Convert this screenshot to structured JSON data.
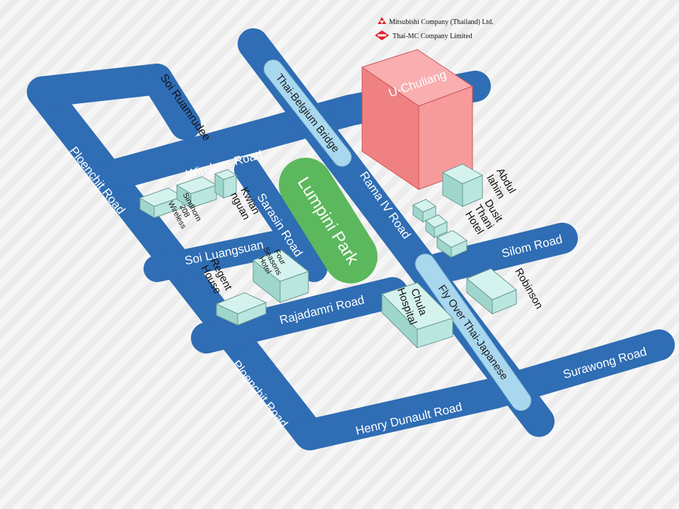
{
  "legend": [
    {
      "icon": "mitsubishi-logo-icon",
      "text": "Mitsubishi Company (Thailand) Ltd."
    },
    {
      "icon": "thai-mc-logo-icon",
      "text": "Thai-MC Company Limited"
    }
  ],
  "roads": {
    "ploenchit_upper": "Ploenchit Road",
    "ploenchit_lower": "Ploenchit Road",
    "soi_ruamrudee": "Soi Ruamrudee",
    "wireless": "Wireless Road",
    "sarasin": "Sarasin Road",
    "soi_luangsuan": "Soi Luangsuan",
    "rajadamri": "Rajadamri Road",
    "rama_iv": "Rama IV Road",
    "silom": "Silom Road",
    "surawong": "Surawong Road",
    "henry_dunault": "Henry Dunault Road"
  },
  "bridges": {
    "thai_belgium": "Thai-Belgium Bridge",
    "flyover": "Fly Over Thai-Japanese"
  },
  "park": "Lumpini Park",
  "highlight_building": "U-Chuliang",
  "buildings": {
    "sindhorn_line1": "Sindhorn",
    "sindhorn_line2": "208",
    "sindhorn_line3": "Wireless",
    "kwian_line1": "Kwian",
    "kwian_line2": "nguan",
    "regent_line1": "Regent",
    "regent_line2": "House",
    "four_seasons_line1": "Four",
    "four_seasons_line2": "Seasons",
    "four_seasons_line3": "Hotel",
    "chula_line1": "Chula",
    "chula_line2": "Hospital",
    "abdul_line1": "Abdul",
    "abdul_line2": "lahim",
    "dusit_line1": "Dusit",
    "dusit_line2": "Thani",
    "dusit_line3": "Hotel",
    "robinson": "Robinson"
  },
  "colors": {
    "road": "#2f6db4",
    "park": "#5cb85c",
    "highlight_building": "#f47f80",
    "building": "#b9e6df",
    "bridge": "#a9d7ee"
  }
}
